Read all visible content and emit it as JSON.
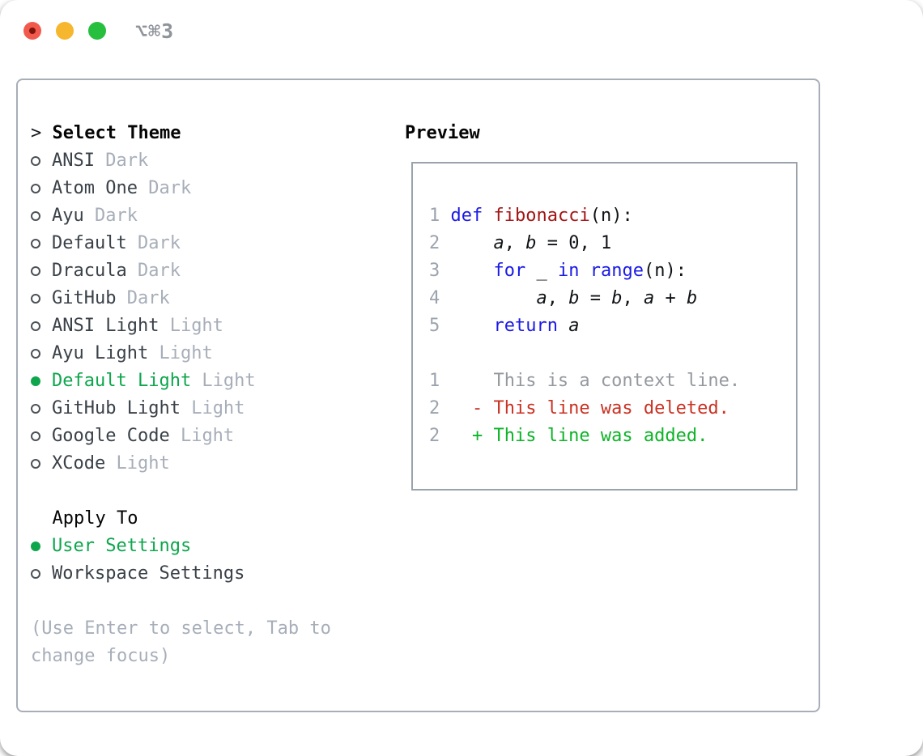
{
  "window": {
    "title": "⌥⌘3",
    "traffic_lights": [
      {
        "name": "close-button",
        "color_key": "traffic_red"
      },
      {
        "name": "minimize-button",
        "color_key": "traffic_yellow"
      },
      {
        "name": "zoom-button",
        "color_key": "traffic_green"
      }
    ]
  },
  "theme_selector": {
    "prompt": ">",
    "title": "Select Theme",
    "items": [
      {
        "name": "ANSI",
        "tag": "Dark",
        "selected": false
      },
      {
        "name": "Atom One",
        "tag": "Dark",
        "selected": false
      },
      {
        "name": "Ayu",
        "tag": "Dark",
        "selected": false
      },
      {
        "name": "Default",
        "tag": "Dark",
        "selected": false
      },
      {
        "name": "Dracula",
        "tag": "Dark",
        "selected": false
      },
      {
        "name": "GitHub",
        "tag": "Dark",
        "selected": false
      },
      {
        "name": "ANSI Light",
        "tag": "Light",
        "selected": false
      },
      {
        "name": "Ayu Light",
        "tag": "Light",
        "selected": false
      },
      {
        "name": "Default Light",
        "tag": "Light",
        "selected": true
      },
      {
        "name": "GitHub Light",
        "tag": "Light",
        "selected": false
      },
      {
        "name": "Google Code",
        "tag": "Light",
        "selected": false
      },
      {
        "name": "XCode",
        "tag": "Light",
        "selected": false
      }
    ]
  },
  "apply_to": {
    "title": "Apply To",
    "options": [
      {
        "label": "User Settings",
        "selected": true
      },
      {
        "label": "Workspace Settings",
        "selected": false
      }
    ]
  },
  "hint": "(Use Enter to select, Tab to change focus)",
  "preview": {
    "title": "Preview",
    "lines": [
      {
        "no": "1",
        "segments": [
          {
            "t": "def",
            "s": "kw"
          },
          {
            "t": " ",
            "s": "pl"
          },
          {
            "t": "fibonacci",
            "s": "fn"
          },
          {
            "t": "(n):",
            "s": "pl"
          }
        ]
      },
      {
        "no": "2",
        "segments": [
          {
            "t": "    ",
            "s": "pl"
          },
          {
            "t": "a",
            "s": "va"
          },
          {
            "t": ", ",
            "s": "pl"
          },
          {
            "t": "b",
            "s": "va"
          },
          {
            "t": " = 0, 1",
            "s": "pl"
          }
        ]
      },
      {
        "no": "3",
        "segments": [
          {
            "t": "    ",
            "s": "pl"
          },
          {
            "t": "for",
            "s": "kw"
          },
          {
            "t": " _ ",
            "s": "pl"
          },
          {
            "t": "in",
            "s": "kw"
          },
          {
            "t": " ",
            "s": "pl"
          },
          {
            "t": "range",
            "s": "kw"
          },
          {
            "t": "(n):",
            "s": "pl"
          }
        ]
      },
      {
        "no": "4",
        "segments": [
          {
            "t": "        ",
            "s": "pl"
          },
          {
            "t": "a",
            "s": "va"
          },
          {
            "t": ", ",
            "s": "pl"
          },
          {
            "t": "b",
            "s": "va"
          },
          {
            "t": " = ",
            "s": "pl"
          },
          {
            "t": "b",
            "s": "va"
          },
          {
            "t": ", ",
            "s": "pl"
          },
          {
            "t": "a",
            "s": "va"
          },
          {
            "t": " + ",
            "s": "pl"
          },
          {
            "t": "b",
            "s": "va"
          }
        ]
      },
      {
        "no": "5",
        "segments": [
          {
            "t": "    ",
            "s": "pl"
          },
          {
            "t": "return",
            "s": "kw"
          },
          {
            "t": " ",
            "s": "pl"
          },
          {
            "t": "a",
            "s": "va"
          }
        ]
      },
      {
        "no": "",
        "segments": []
      },
      {
        "no": "1",
        "segments": [
          {
            "t": "    This is a context line.",
            "s": "ctx"
          }
        ]
      },
      {
        "no": "2",
        "segments": [
          {
            "t": "  - This line was deleted.",
            "s": "del"
          }
        ]
      },
      {
        "no": "2",
        "segments": [
          {
            "t": "  + This line was added.",
            "s": "add"
          }
        ]
      }
    ]
  },
  "colors": {
    "accent_green": "#0ea64d",
    "keyword_blue": "#1a1ae6",
    "function_red": "#a31515",
    "deleted_red": "#c93222",
    "added_green": "#0db427",
    "text_dark": "#3a4148",
    "muted_gray": "#a7aeb9",
    "line_number_gray": "#9ba3ae",
    "context_gray": "#94999f",
    "border_gray": "#a7aeb8",
    "titlebar_gray": "#8f949b",
    "traffic_red": "#f25a4d",
    "traffic_yellow": "#f6b62d",
    "traffic_green": "#27bf3e"
  }
}
